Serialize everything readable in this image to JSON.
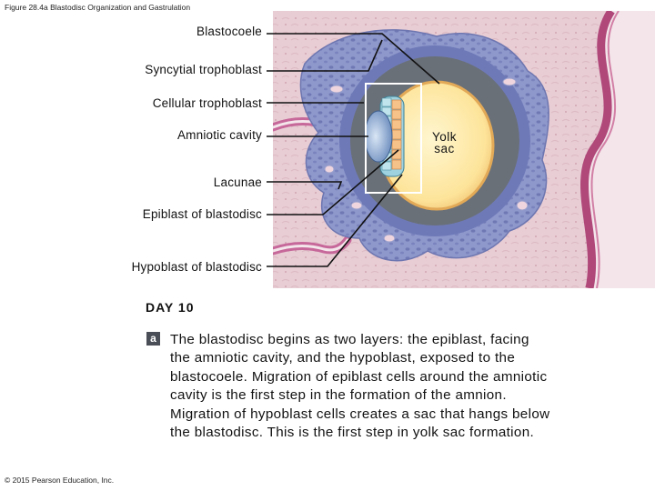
{
  "figure_title": "Figure 28.4a Blastodisc Organization and Gastrulation",
  "labels": {
    "blastocoele": "Blastocoele",
    "syncytial_trophoblast": "Syncytial trophoblast",
    "cellular_trophoblast": "Cellular trophoblast",
    "amniotic_cavity": "Amniotic cavity",
    "lacunae": "Lacunae",
    "epiblast": "Epiblast of blastodisc",
    "hypoblast": "Hypoblast of blastodisc",
    "yolk_sac_line1": "Yolk",
    "yolk_sac_line2": "sac"
  },
  "stage": "DAY 10",
  "panel_letter": "a",
  "caption": "The blastodisc begins as two layers: the epiblast, facing the amniotic cavity, and the hypoblast, exposed to the blastocoele. Migration of epiblast cells around the amniotic cavity is the first step in the formation of the amnion. Migration of hypoblast cells creates a sac that hangs below the blastodisc. This is the first step in yolk sac formation.",
  "copyright": "© 2015 Pearson Education, Inc.",
  "colors": {
    "uterine_tissue": "#e8cdd4",
    "trophoblast": "#8d96c9",
    "blastocoele": "#6a7078",
    "yolk": "#fde9a0",
    "amnion": "#9fb6d8",
    "uterine_wall": "#b0487a"
  }
}
